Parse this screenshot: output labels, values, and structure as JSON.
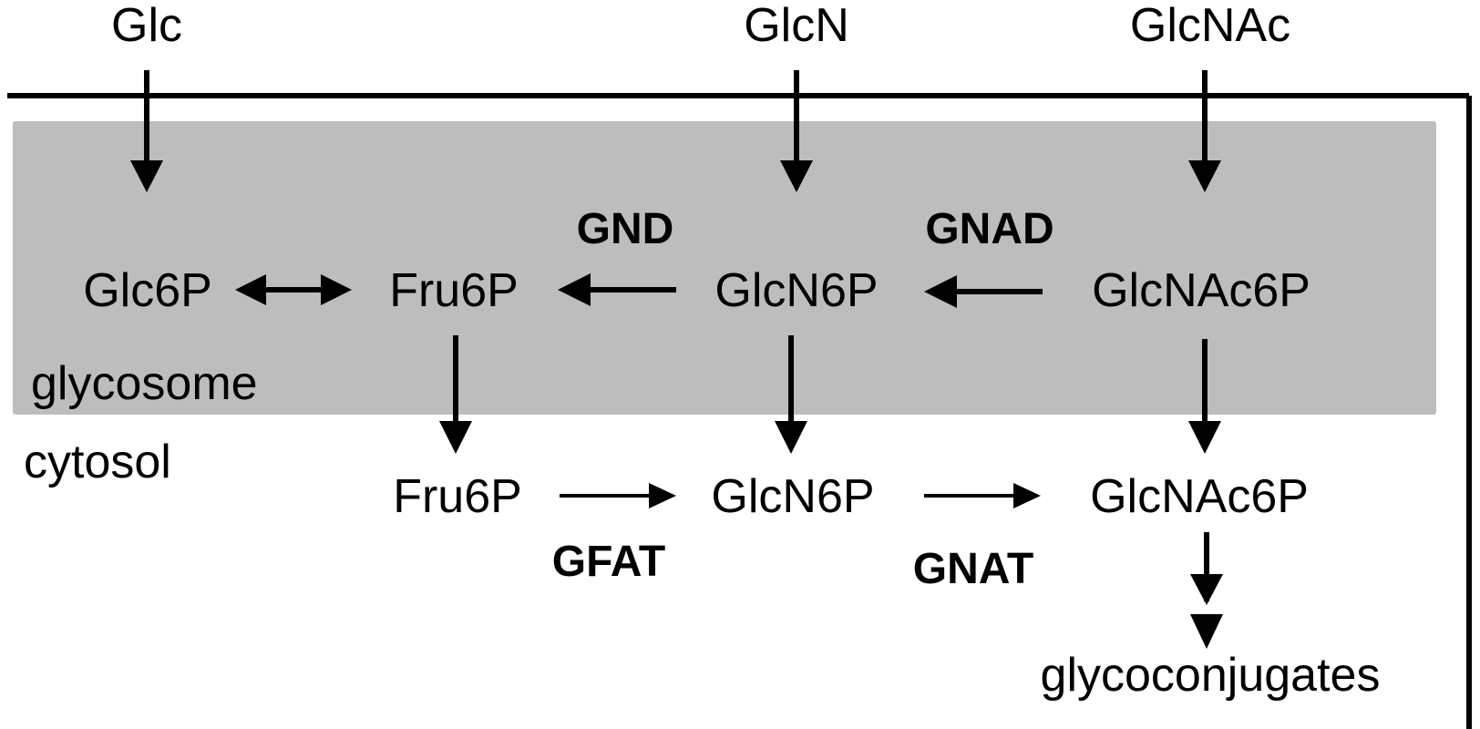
{
  "colors": {
    "glycosome_fill": "#bdbdbd",
    "ink": "#000000",
    "background": "#ffffff"
  },
  "extracellular": {
    "glc": "Glc",
    "glcn": "GlcN",
    "glcnac": "GlcNAc"
  },
  "compartments": {
    "glycosome": "glycosome",
    "cytosol": "cytosol"
  },
  "glycosome_metabolites": {
    "glc6p": "Glc6P",
    "fru6p": "Fru6P",
    "glcn6p": "GlcN6P",
    "glcnac6p": "GlcNAc6P"
  },
  "cytosol_metabolites": {
    "fru6p": "Fru6P",
    "glcn6p": "GlcN6P",
    "glcnac6p": "GlcNAc6P",
    "glycoconjugates": "glycoconjugates"
  },
  "enzymes": {
    "gnd": "GND",
    "gnad": "GNAD",
    "gfat": "GFAT",
    "gnat": "GNAT"
  }
}
